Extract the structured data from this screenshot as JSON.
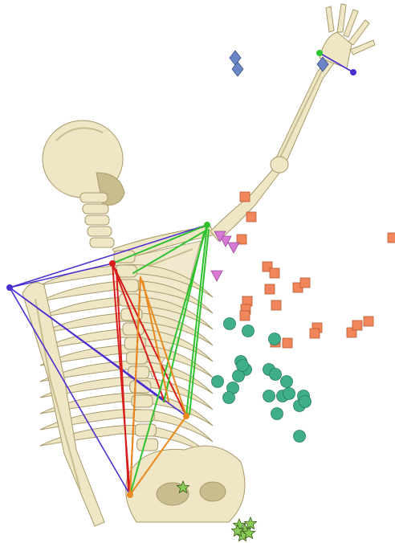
{
  "figure": {
    "colors": {
      "background": "#ffffff",
      "bone": "#efe6c6",
      "bone_shadow": "#c9bd8f",
      "bone_outline": "#a89a6a",
      "blue_lines": "#4b2fd1",
      "red_lines": "#d81c1c",
      "green_lines": "#2fc22f",
      "orange_lines": "#e98a1e",
      "square_marker": "#f0865a",
      "circle_marker": "#3fae8a",
      "triangle_marker": "#d77ad6",
      "diamond_marker": "#6b86c6",
      "star_marker": "#88cc55"
    },
    "icons": {
      "skeleton": "human-skeleton-back-view",
      "markers": [
        "square",
        "circle",
        "triangle-down",
        "diamond",
        "star"
      ]
    }
  }
}
